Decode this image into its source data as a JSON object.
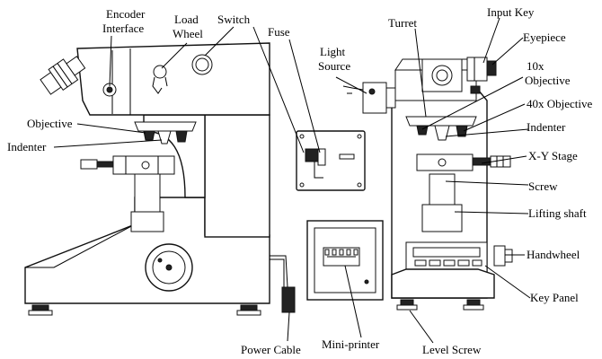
{
  "labels": {
    "encoder_interface_1": "Encoder",
    "encoder_interface_2": "Interface",
    "load_wheel_1": "Load",
    "load_wheel_2": "Wheel",
    "switch": "Switch",
    "fuse": "Fuse",
    "light_source_1": "Light",
    "light_source_2": "Source",
    "turret": "Turret",
    "input_key": "Input Key",
    "eyepiece": "Eyepiece",
    "objective_10x_1": "10x",
    "objective_10x_2": "Objective",
    "objective_40x": "40x Objective",
    "indenter_right": "Indenter",
    "objective_left": "Objective",
    "indenter_left": "Indenter",
    "xy_stage": "X-Y Stage",
    "screw": "Screw",
    "lifting_shaft": "Lifting shaft",
    "handwheel": "Handwheel",
    "key_panel": "Key Panel",
    "power_cable": "Power Cable",
    "mini_printer": "Mini-printer",
    "level_screw": "Level Screw"
  }
}
